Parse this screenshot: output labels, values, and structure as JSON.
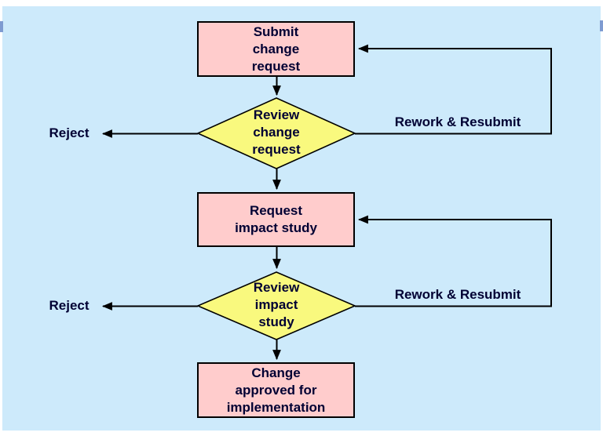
{
  "colors": {
    "page_margin": "#ffffff",
    "canvas_background": "#cdeafb",
    "process_fill": "#ffcccc",
    "decision_fill": "#f9f97e",
    "line_stroke": "#000000",
    "text": "#000033",
    "edge_marker": "#7e9bd1"
  },
  "diagram": {
    "type": "flowchart",
    "nodes": [
      {
        "id": "submit-change-request",
        "shape": "process",
        "label": "Submit\nchange\nrequest"
      },
      {
        "id": "review-change-request",
        "shape": "decision",
        "label": "Review\nchange\nrequest"
      },
      {
        "id": "request-impact-study",
        "shape": "process",
        "label": "Request\nimpact study"
      },
      {
        "id": "review-impact-study",
        "shape": "decision",
        "label": "Review\nimpact\nstudy"
      },
      {
        "id": "change-approved",
        "shape": "process",
        "label": "Change\napproved for\nimplementation"
      }
    ],
    "edges": [
      {
        "from": "submit-change-request",
        "to": "review-change-request",
        "label": ""
      },
      {
        "from": "review-change-request",
        "to": "reject-1",
        "label": "Reject"
      },
      {
        "from": "review-change-request",
        "to": "submit-change-request",
        "label": "Rework & Resubmit"
      },
      {
        "from": "review-change-request",
        "to": "request-impact-study",
        "label": ""
      },
      {
        "from": "request-impact-study",
        "to": "review-impact-study",
        "label": ""
      },
      {
        "from": "review-impact-study",
        "to": "reject-2",
        "label": "Reject"
      },
      {
        "from": "review-impact-study",
        "to": "request-impact-study",
        "label": "Rework & Resubmit"
      },
      {
        "from": "review-impact-study",
        "to": "change-approved",
        "label": ""
      }
    ],
    "labels": {
      "reject1": "Reject",
      "rework1": "Rework & Resubmit",
      "reject2": "Reject",
      "rework2": "Rework & Resubmit"
    }
  }
}
